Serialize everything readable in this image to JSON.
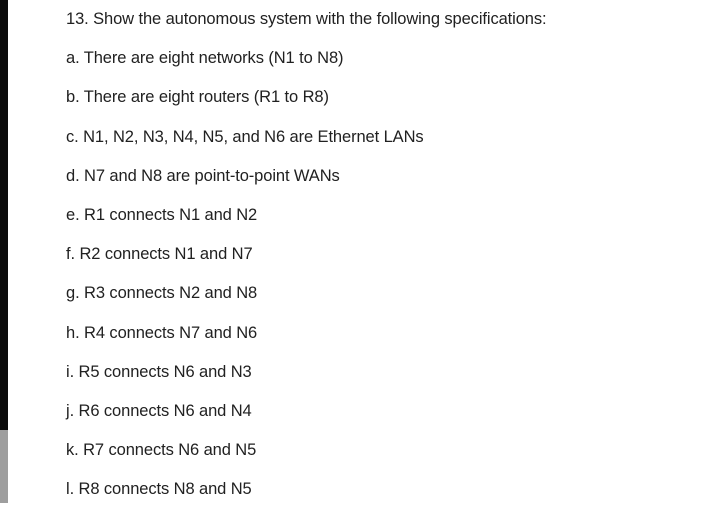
{
  "question": {
    "heading": "13. Show the autonomous system with the following specifications:",
    "specs": [
      "a. There are eight networks (N1 to N8)",
      "b. There are eight routers (R1 to R8)",
      "c. N1, N2, N3, N4, N5, and N6 are Ethernet LANs",
      "d. N7 and N8 are point-to-point WANs",
      "e. R1 connects N1 and N2",
      "f. R2 connects N1 and N7",
      "g. R3 connects N2 and N8",
      "h. R4 connects N7 and N6",
      "i. R5 connects N6 and N3",
      "j. R6 connects N6 and N4",
      "k. R7 connects N6 and N5",
      "l. R8 connects N8 and N5"
    ]
  },
  "colors": {
    "background": "#ffffff",
    "text": "#212121",
    "scrollbar_thumb": "#0b0b0b",
    "scrollbar_track": "#9e9e9e"
  }
}
